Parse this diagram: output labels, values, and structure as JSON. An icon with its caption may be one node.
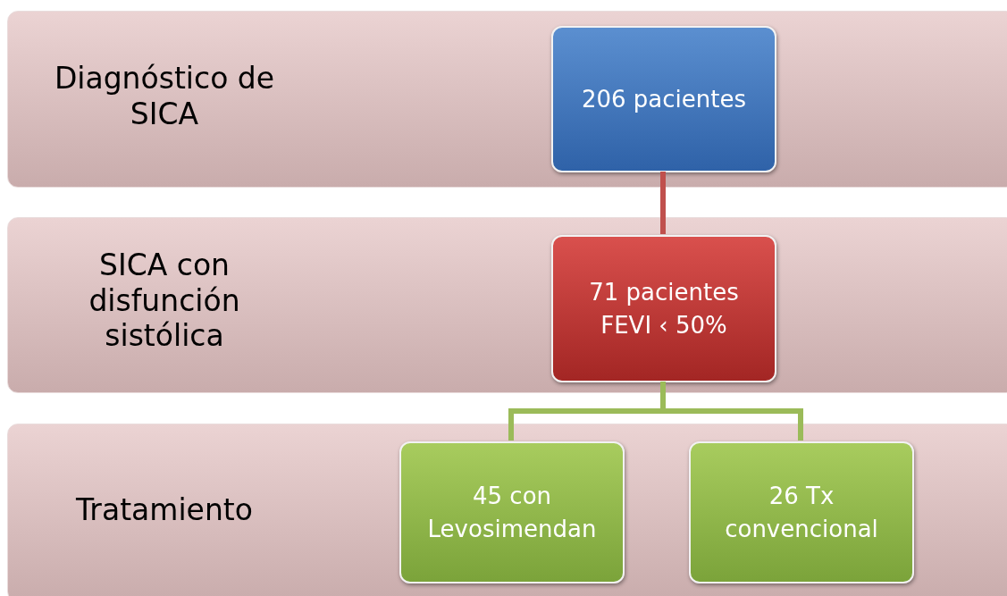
{
  "diagram": {
    "nodes": [
      {
        "text": [
          "Diagnóstico de SICA"
        ]
      },
      {
        "text": [
          "206 pacientes"
        ],
        "in": 0
      },
      {
        "text": [
          "SICA con disfunción sistólica"
        ]
      },
      {
        "text": [
          "71 pacientes FEVI ‹ 50%"
        ],
        "in": 2
      },
      {
        "text": [
          "Tratamiento"
        ]
      },
      {
        "text": [
          "45 con Levosimendan"
        ],
        "in": 4
      },
      {
        "text": [
          "26 Tx convencional"
        ],
        "in": 4
      }
    ],
    "edges": [
      {
        "from": 1,
        "to": 3,
        "arrow": "none",
        "color": "#c0504d"
      },
      {
        "from": 3,
        "to": 5,
        "arrow": "none"
      },
      {
        "from": 3,
        "to": 6,
        "arrow": "none"
      }
    ]
  }
}
